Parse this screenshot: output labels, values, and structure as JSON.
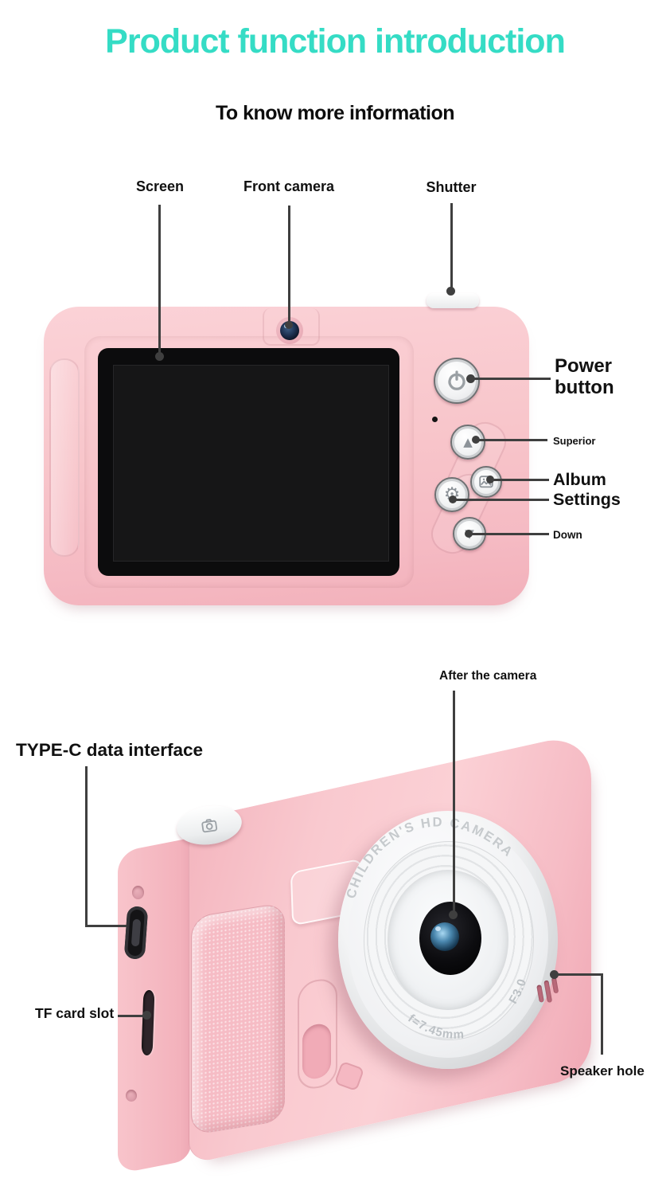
{
  "page": {
    "title": "Product function introduction",
    "subtitle": "To know more information"
  },
  "colors": {
    "title_accent": "#35dcc5",
    "body_pink": "#f8c6cb",
    "callout_line": "#3f3f3f",
    "screen_black": "#0d0d0d",
    "lens_ring_silver": "#eef0f1",
    "button_glyph_gray": "#8d9399"
  },
  "back_view": {
    "callouts": {
      "screen": "Screen",
      "front_camera": "Front camera",
      "shutter": "Shutter",
      "power_button": "Power button",
      "superior": "Superior",
      "album": "Album",
      "settings": "Settings",
      "down": "Down"
    },
    "icons": [
      "power-icon",
      "up-triangle-icon",
      "album-icon",
      "gear-icon",
      "down-triangle-icon",
      "front-camera-lens",
      "shutter-button",
      "mic-hole"
    ]
  },
  "front_view": {
    "callouts": {
      "after_camera": "After the camera",
      "type_c": "TYPE-C data interface",
      "tf_card": "TF card slot",
      "speaker": "Speaker hole"
    },
    "lens": {
      "brand_text": "CHILDREN'S HD CAMERA",
      "focal_text": "f=7.45mm",
      "aperture_text": "F3.0"
    },
    "icons": [
      "camera-glyph-icon",
      "rear-lens",
      "type-c-port",
      "tf-card-slot",
      "speaker-holes"
    ]
  }
}
